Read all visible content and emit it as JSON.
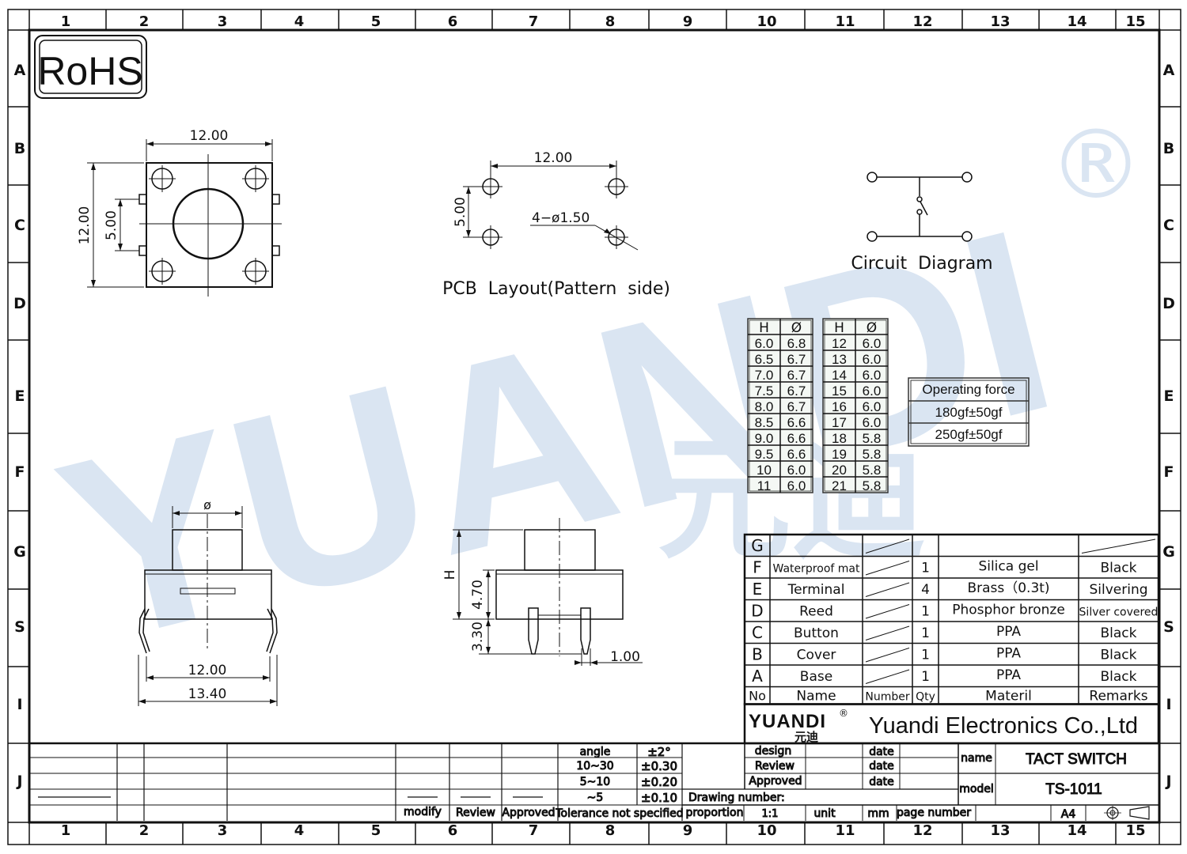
{
  "frame": {
    "columns": [
      "1",
      "2",
      "3",
      "4",
      "5",
      "6",
      "7",
      "8",
      "9",
      "10",
      "11",
      "12",
      "13",
      "14",
      "15"
    ],
    "rows": [
      "A",
      "B",
      "C",
      "D",
      "E",
      "F",
      "G",
      "S",
      "I",
      "J"
    ]
  },
  "rohs": "RoHS",
  "watermark": {
    "text": "YUANDI",
    "chinese": "元迪",
    "reg": "®"
  },
  "top_view": {
    "width": "12.00",
    "height": "12.00",
    "pin_pitch": "5.00"
  },
  "pcb": {
    "pitch_x": "12.00",
    "pitch_y": "5.00",
    "holes": "4−ø1.50",
    "caption": "PCB  Layout(Pattern  side)"
  },
  "circuit": {
    "caption": "Circuit  Diagram"
  },
  "h_table": {
    "headers": [
      "H",
      "Ø"
    ],
    "left": [
      [
        "6.0",
        "6.8"
      ],
      [
        "6.5",
        "6.7"
      ],
      [
        "7.0",
        "6.7"
      ],
      [
        "7.5",
        "6.7"
      ],
      [
        "8.0",
        "6.7"
      ],
      [
        "8.5",
        "6.6"
      ],
      [
        "9.0",
        "6.6"
      ],
      [
        "9.5",
        "6.6"
      ],
      [
        "10",
        "6.0"
      ],
      [
        "11",
        "6.0"
      ]
    ],
    "right": [
      [
        "12",
        "6.0"
      ],
      [
        "13",
        "6.0"
      ],
      [
        "14",
        "6.0"
      ],
      [
        "15",
        "6.0"
      ],
      [
        "16",
        "6.0"
      ],
      [
        "17",
        "6.0"
      ],
      [
        "18",
        "5.8"
      ],
      [
        "19",
        "5.8"
      ],
      [
        "20",
        "5.8"
      ],
      [
        "21",
        "5.8"
      ]
    ]
  },
  "operating_force": {
    "title": "Operating force",
    "values": [
      "180gf±50gf",
      "250gf±50gf"
    ]
  },
  "front_view": {
    "diameter": "ø",
    "inner": "12.00",
    "outer": "13.40"
  },
  "side_view": {
    "h": "H",
    "body": "4.70",
    "pin": "3.30",
    "pin_width": "1.00"
  },
  "bom": {
    "rows": [
      {
        "no": "G",
        "name": "",
        "qty": "",
        "material": "",
        "remarks": ""
      },
      {
        "no": "F",
        "name": "Waterproof mat",
        "qty": "1",
        "material": "Silica gel",
        "remarks": "Black"
      },
      {
        "no": "E",
        "name": "Terminal",
        "qty": "4",
        "material": "Brass（0.3t)",
        "remarks": "Silvering"
      },
      {
        "no": "D",
        "name": "Reed",
        "qty": "1",
        "material": "Phosphor bronze",
        "remarks": "Silver covered"
      },
      {
        "no": "C",
        "name": "Button",
        "qty": "1",
        "material": "PPA",
        "remarks": "Black"
      },
      {
        "no": "B",
        "name": "Cover",
        "qty": "1",
        "material": "PPA",
        "remarks": "Black"
      },
      {
        "no": "A",
        "name": "Base",
        "qty": "1",
        "material": "PPA",
        "remarks": "Black"
      }
    ],
    "header": {
      "no": "No",
      "name": "Name",
      "number": "Number",
      "qty": "Qty",
      "material": "Materil",
      "remarks": "Remarks"
    }
  },
  "company": {
    "logo": "YUANDI",
    "logo_cn": "元迪",
    "name": "Yuandi Electronics Co.,Ltd",
    "reg": "®"
  },
  "title_block": {
    "design": "design",
    "review": "Review",
    "approved": "Approved",
    "date": "date",
    "name_label": "name",
    "name_value": "TACT SWITCH",
    "model_label": "model",
    "model_value": "TS-1011",
    "drawing_number": "Drawing number:",
    "proportion": "proportion",
    "scale": "1:1",
    "unit": "unit",
    "mm": "mm",
    "page_number": "page number",
    "size": "A4"
  },
  "tolerance": {
    "rows": [
      [
        "angle",
        "±2°"
      ],
      [
        "10~30",
        "±0.30"
      ],
      [
        "5~10",
        "±0.20"
      ],
      [
        "~5",
        "±0.10"
      ]
    ],
    "footer": "Tolerance not specified",
    "modify": "modify",
    "review": "Review",
    "approved": "Approved"
  }
}
